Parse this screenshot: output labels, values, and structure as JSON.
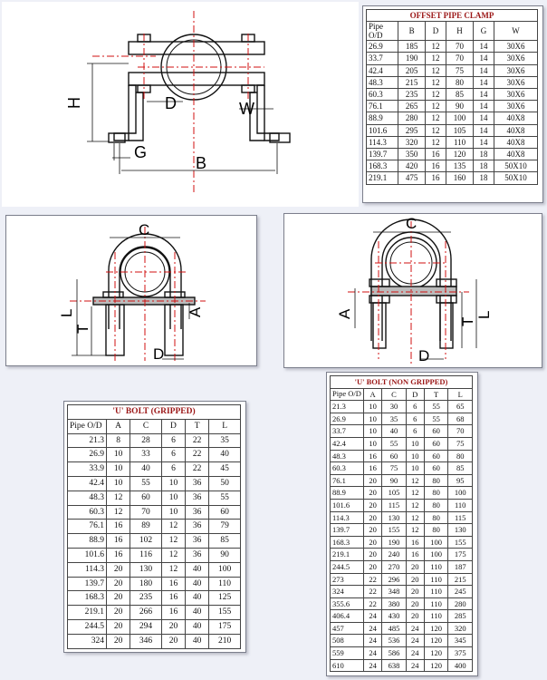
{
  "offset_clamp": {
    "title": "OFFSET PIPE CLAMP",
    "headers": [
      "Pipe O/D",
      "B",
      "D",
      "H",
      "G",
      "W"
    ],
    "rows": [
      [
        "26.9",
        "185",
        "12",
        "70",
        "14",
        "30X6"
      ],
      [
        "33.7",
        "190",
        "12",
        "70",
        "14",
        "30X6"
      ],
      [
        "42.4",
        "205",
        "12",
        "75",
        "14",
        "30X6"
      ],
      [
        "48.3",
        "215",
        "12",
        "80",
        "14",
        "30X6"
      ],
      [
        "60.3",
        "235",
        "12",
        "85",
        "14",
        "30X6"
      ],
      [
        "76.1",
        "265",
        "12",
        "90",
        "14",
        "30X6"
      ],
      [
        "88.9",
        "280",
        "12",
        "100",
        "14",
        "40X8"
      ],
      [
        "101.6",
        "295",
        "12",
        "105",
        "14",
        "40X8"
      ],
      [
        "114.3",
        "320",
        "12",
        "110",
        "14",
        "40X8"
      ],
      [
        "139.7",
        "350",
        "16",
        "120",
        "18",
        "40X8"
      ],
      [
        "168.3",
        "420",
        "16",
        "135",
        "18",
        "50X10"
      ],
      [
        "219.1",
        "475",
        "16",
        "160",
        "18",
        "50X10"
      ]
    ],
    "diagram_labels": {
      "h": "H",
      "d": "D",
      "w": "W",
      "g": "G",
      "b": "B"
    }
  },
  "ubolt_gripped": {
    "title": "'U' BOLT (GRIPPED)",
    "headers": [
      "Pipe O/D",
      "A",
      "C",
      "D",
      "T",
      "L"
    ],
    "rows": [
      [
        "21.3",
        "8",
        "28",
        "6",
        "22",
        "35"
      ],
      [
        "26.9",
        "10",
        "33",
        "6",
        "22",
        "40"
      ],
      [
        "33.9",
        "10",
        "40",
        "6",
        "22",
        "45"
      ],
      [
        "42.4",
        "10",
        "55",
        "10",
        "36",
        "50"
      ],
      [
        "48.3",
        "12",
        "60",
        "10",
        "36",
        "55"
      ],
      [
        "60.3",
        "12",
        "70",
        "10",
        "36",
        "60"
      ],
      [
        "76.1",
        "16",
        "89",
        "12",
        "36",
        "79"
      ],
      [
        "88.9",
        "16",
        "102",
        "12",
        "36",
        "85"
      ],
      [
        "101.6",
        "16",
        "116",
        "12",
        "36",
        "90"
      ],
      [
        "114.3",
        "20",
        "130",
        "12",
        "40",
        "100"
      ],
      [
        "139.7",
        "20",
        "180",
        "16",
        "40",
        "110"
      ],
      [
        "168.3",
        "20",
        "235",
        "16",
        "40",
        "125"
      ],
      [
        "219.1",
        "20",
        "266",
        "16",
        "40",
        "155"
      ],
      [
        "244.5",
        "20",
        "294",
        "20",
        "40",
        "175"
      ],
      [
        "324",
        "20",
        "346",
        "20",
        "40",
        "210"
      ]
    ],
    "diagram_labels": {
      "c": "C",
      "l": "L",
      "t": "T",
      "a": "A",
      "d": "D"
    }
  },
  "ubolt_non_gripped": {
    "title": "'U' BOLT (NON GRIPPED)",
    "headers": [
      "Pipe O/D",
      "A",
      "C",
      "D",
      "T",
      "L"
    ],
    "rows": [
      [
        "21.3",
        "10",
        "30",
        "6",
        "55",
        "65"
      ],
      [
        "26.9",
        "10",
        "35",
        "6",
        "55",
        "68"
      ],
      [
        "33.7",
        "10",
        "40",
        "6",
        "60",
        "70"
      ],
      [
        "42.4",
        "10",
        "55",
        "10",
        "60",
        "75"
      ],
      [
        "48.3",
        "16",
        "60",
        "10",
        "60",
        "80"
      ],
      [
        "60.3",
        "16",
        "75",
        "10",
        "60",
        "85"
      ],
      [
        "76.1",
        "20",
        "90",
        "12",
        "80",
        "95"
      ],
      [
        "88.9",
        "20",
        "105",
        "12",
        "80",
        "100"
      ],
      [
        "101.6",
        "20",
        "115",
        "12",
        "80",
        "110"
      ],
      [
        "114.3",
        "20",
        "130",
        "12",
        "80",
        "115"
      ],
      [
        "139.7",
        "20",
        "155",
        "12",
        "80",
        "130"
      ],
      [
        "168.3",
        "20",
        "190",
        "16",
        "100",
        "155"
      ],
      [
        "219.1",
        "20",
        "240",
        "16",
        "100",
        "175"
      ],
      [
        "244.5",
        "20",
        "270",
        "20",
        "110",
        "187"
      ],
      [
        "273",
        "22",
        "296",
        "20",
        "110",
        "215"
      ],
      [
        "324",
        "22",
        "348",
        "20",
        "110",
        "245"
      ],
      [
        "355.6",
        "22",
        "380",
        "20",
        "110",
        "280"
      ],
      [
        "406.4",
        "24",
        "430",
        "20",
        "110",
        "285"
      ],
      [
        "457",
        "24",
        "485",
        "24",
        "120",
        "320"
      ],
      [
        "508",
        "24",
        "536",
        "24",
        "120",
        "345"
      ],
      [
        "559",
        "24",
        "586",
        "24",
        "120",
        "375"
      ],
      [
        "610",
        "24",
        "638",
        "24",
        "120",
        "400"
      ]
    ],
    "diagram_labels": {
      "c": "C",
      "a": "A",
      "t": "T",
      "l": "L",
      "d": "D"
    }
  },
  "colors": {
    "title_red": "#9b1616",
    "center_line": "#d01010",
    "panel_border": "#7c7f8c"
  }
}
